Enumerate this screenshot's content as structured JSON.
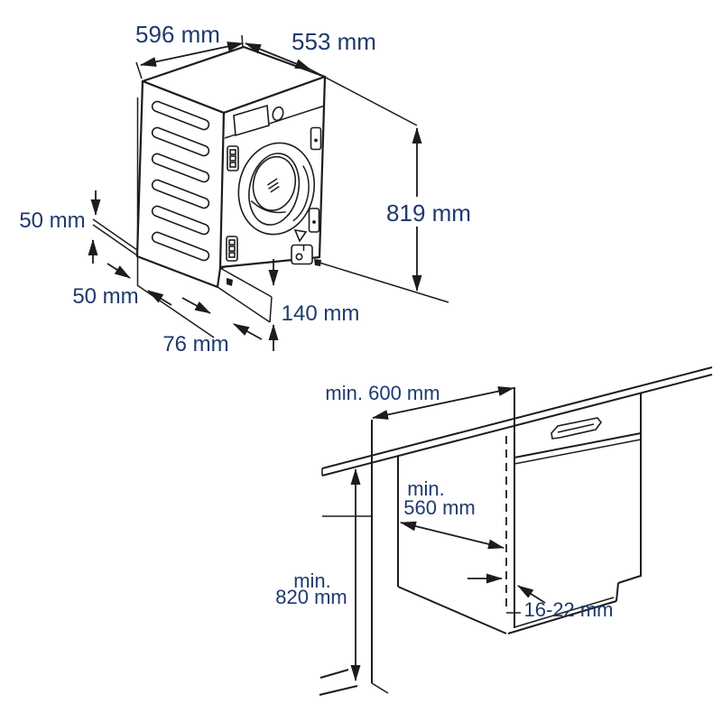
{
  "page": {
    "background_color": "#ffffff",
    "line_color": "#1c1c1c",
    "label_color": "#1e3a6e"
  },
  "top_diagram": {
    "labels": {
      "width": "596 mm",
      "depth": "553 mm",
      "height": "819 mm",
      "hose_clearance": "50 mm",
      "rear_clearance": "50 mm",
      "plinth_recess_depth": "76 mm",
      "plinth_recess_height": "140 mm"
    }
  },
  "bottom_diagram": {
    "labels": {
      "niche_width": "min. 600 mm",
      "niche_depth_prefix": "min.",
      "niche_depth": "560 mm",
      "niche_height_prefix": "min.",
      "niche_height": "820 mm",
      "door_thickness": "16-22 mm"
    }
  }
}
